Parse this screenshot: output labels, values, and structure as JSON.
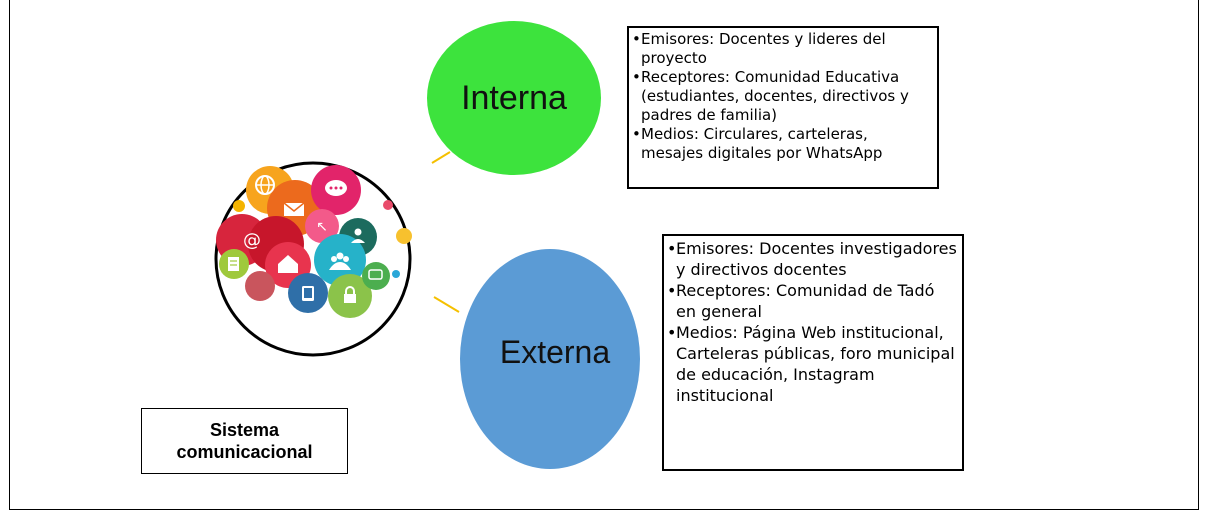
{
  "title": "Sistema comunicacional",
  "internal": {
    "label": "Interna",
    "color": "#3de33d",
    "items": [
      "Emisores: Docentes y lideres del proyecto",
      "Receptores: Comunidad Educativa (estudiantes, docentes, directivos y padres de familia)",
      "Medios: Circulares, carteleras, mesajes digitales por WhatsApp"
    ]
  },
  "external": {
    "label": "Externa",
    "color": "#5b9bd5",
    "items": [
      "Emisores: Docentes investigadores y directivos docentes",
      "Receptores: Comunidad de Tadó en general",
      "Medios: Página Web institucional, Carteleras públicas, foro municipal de educación, Instagram institucional"
    ]
  },
  "connector_color": "#f5c000",
  "illustration": {
    "icons": [
      "globe-icon",
      "chat-icon",
      "mail-icon",
      "arrow-icon",
      "at-icon",
      "user-icon",
      "home-icon",
      "group-icon",
      "document-icon",
      "tablet-icon",
      "lock-icon",
      "speech-icon"
    ]
  }
}
